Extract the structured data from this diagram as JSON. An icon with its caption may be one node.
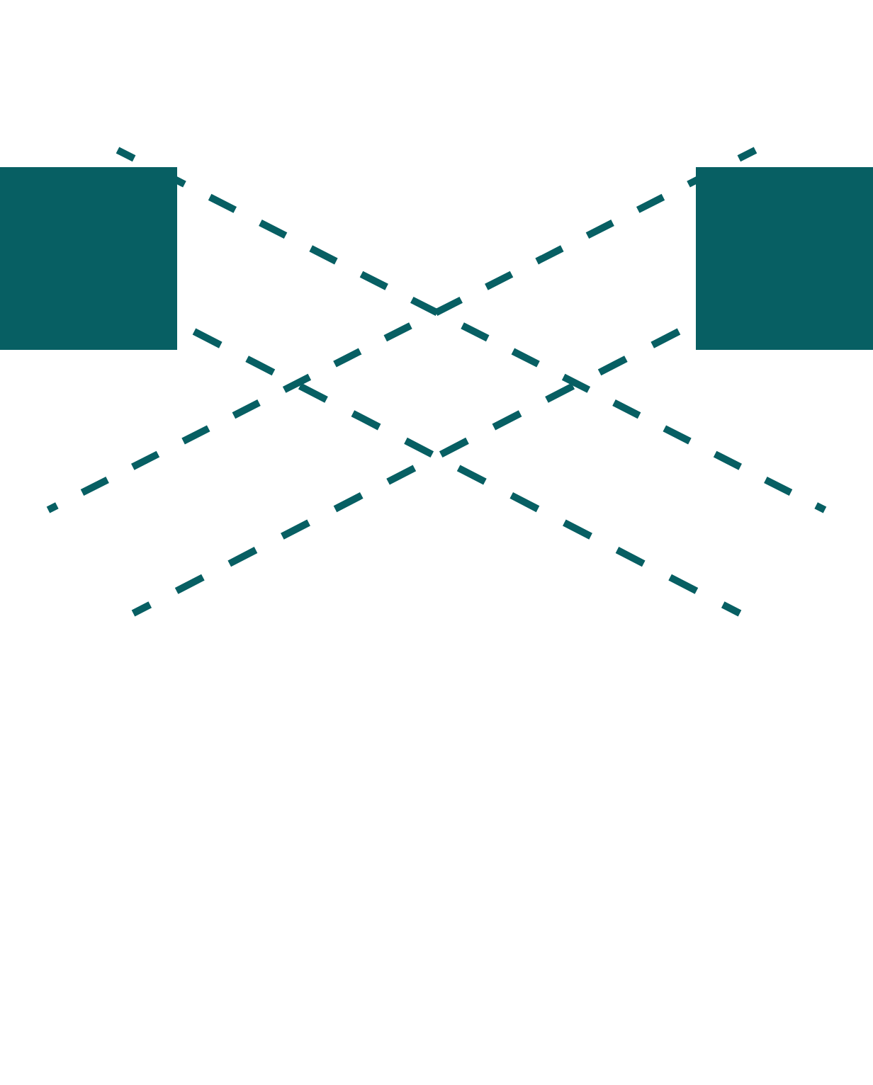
{
  "diagram": {
    "nodes": [
      {
        "text": [],
        "shape": "box"
      },
      {
        "text": [],
        "shape": "box"
      }
    ],
    "edges": [
      {
        "from": 0,
        "to": null,
        "arrow": "none",
        "style": "dashed"
      },
      {
        "from": 1,
        "to": null,
        "arrow": "none",
        "style": "dashed"
      },
      {
        "from": 0,
        "to": null,
        "arrow": "none",
        "style": "dashed"
      },
      {
        "from": 1,
        "to": null,
        "arrow": "none",
        "style": "dashed"
      }
    ]
  }
}
